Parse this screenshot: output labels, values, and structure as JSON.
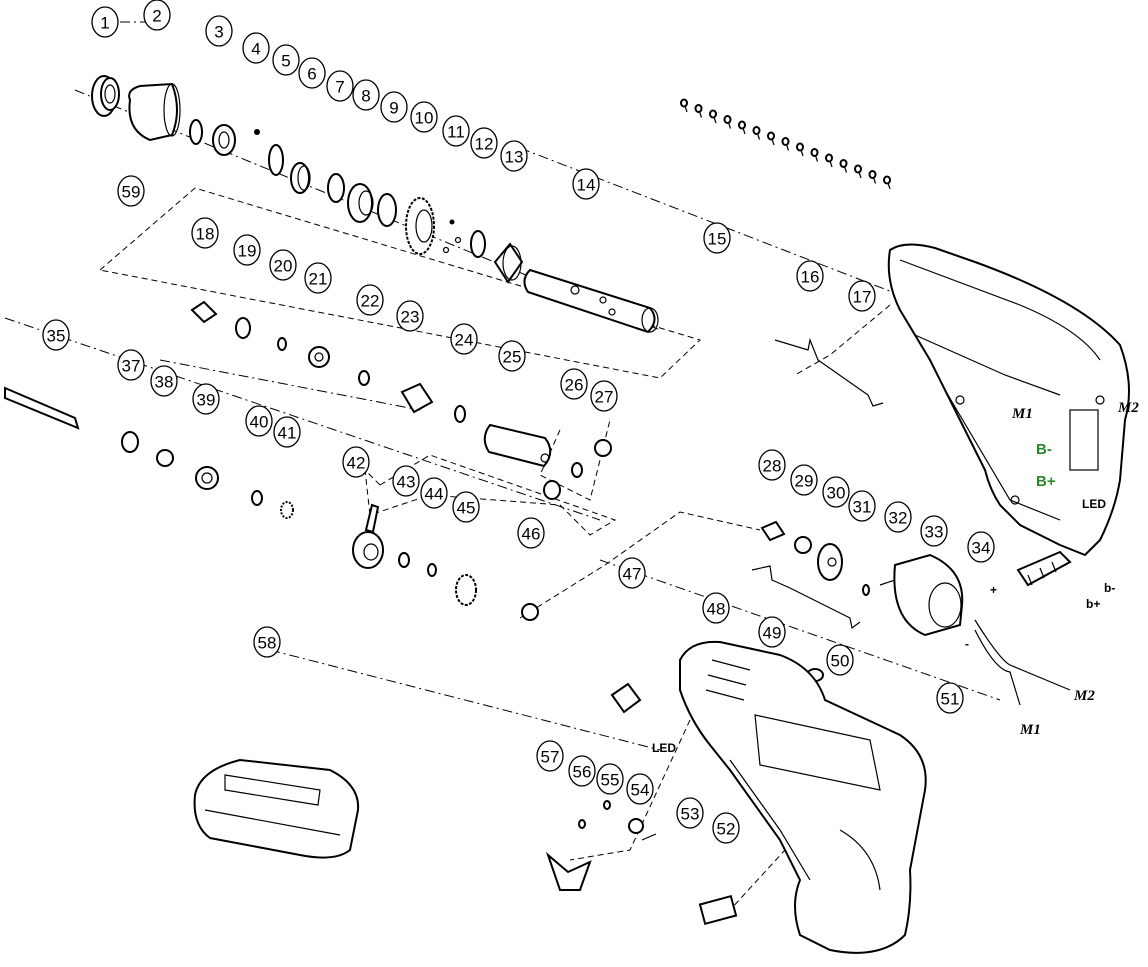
{
  "callouts": [
    "1",
    "2",
    "3",
    "4",
    "5",
    "6",
    "7",
    "8",
    "9",
    "10",
    "11",
    "12",
    "13",
    "14",
    "15",
    "16",
    "17",
    "18",
    "19",
    "20",
    "21",
    "22",
    "23",
    "24",
    "25",
    "26",
    "27",
    "28",
    "29",
    "30",
    "31",
    "32",
    "33",
    "34",
    "35",
    "37",
    "38",
    "39",
    "40",
    "41",
    "42",
    "43",
    "44",
    "45",
    "46",
    "47",
    "48",
    "49",
    "50",
    "51",
    "52",
    "53",
    "54",
    "55",
    "56",
    "57",
    "58",
    "59"
  ],
  "labels": {
    "m1": "M1",
    "m2": "M2",
    "b_minus": "B-",
    "b_plus": "B+",
    "led_board": "LED",
    "b_minus_small": "b-",
    "b_plus_small": "b+",
    "plus": "+",
    "minus": "-",
    "m2_wire": "M2",
    "m1_wire": "M1",
    "led_lamp": "LED"
  }
}
